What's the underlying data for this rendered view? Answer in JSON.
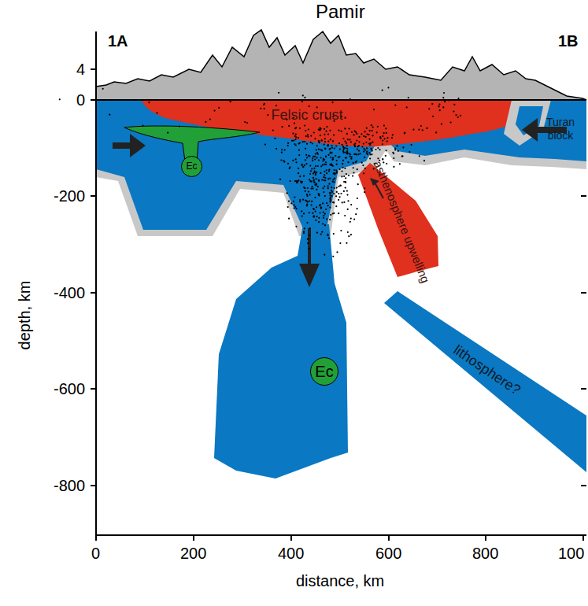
{
  "diagram": {
    "title": "Pamir",
    "nodes": [
      {
        "text": [
          "Felsic crust"
        ]
      },
      {
        "text": [
          "Turan block"
        ]
      },
      {
        "text": [
          "Ec"
        ]
      },
      {
        "text": [
          "asthenosphere upwelling"
        ]
      },
      {
        "text": [
          "Ec"
        ]
      },
      {
        "text": [
          "lithosphere?"
        ]
      }
    ],
    "labels": [
      "1A",
      "1B",
      "4",
      "0",
      "-200",
      "-400",
      "-600",
      "-800",
      "depth, km",
      "0",
      "200",
      "400",
      "600",
      "800",
      "100",
      "distance, km"
    ]
  }
}
